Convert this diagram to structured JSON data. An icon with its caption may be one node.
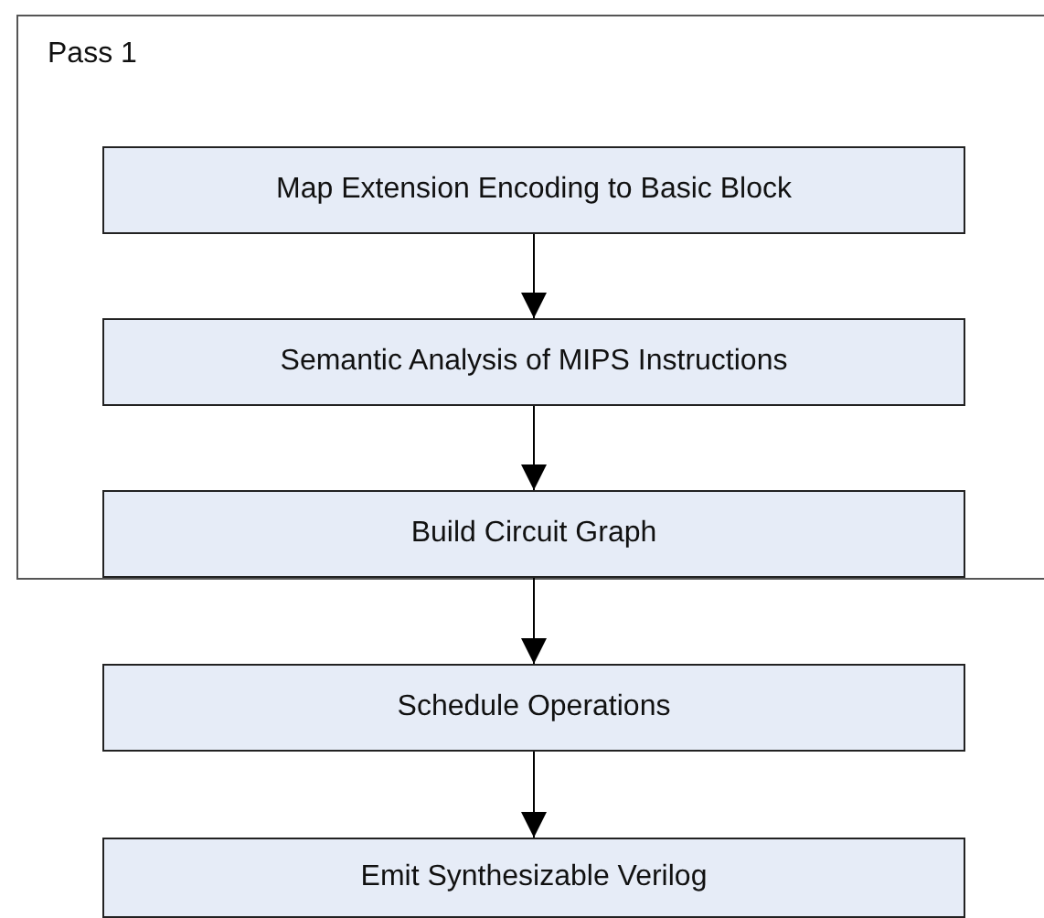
{
  "diagram": {
    "nodes": [
      {
        "text": [
          "Pass 1"
        ]
      },
      {
        "text": [
          "Map Extension Encoding to Basic Block"
        ],
        "in": 0
      },
      {
        "text": [
          "Semantic Analysis of MIPS Instructions"
        ],
        "in": 0
      },
      {
        "text": [
          "Build Circuit Graph"
        ],
        "in": 0
      },
      {
        "text": [
          "Schedule Operations"
        ]
      },
      {
        "text": [
          "Emit Synthesizable Verilog"
        ]
      }
    ],
    "edges": [
      {
        "from": 1,
        "to": 2,
        "arrow": "to"
      },
      {
        "from": 2,
        "to": 3,
        "arrow": "to"
      },
      {
        "from": 3,
        "to": 4,
        "arrow": "to"
      },
      {
        "from": 4,
        "to": 5,
        "arrow": "to"
      }
    ]
  }
}
